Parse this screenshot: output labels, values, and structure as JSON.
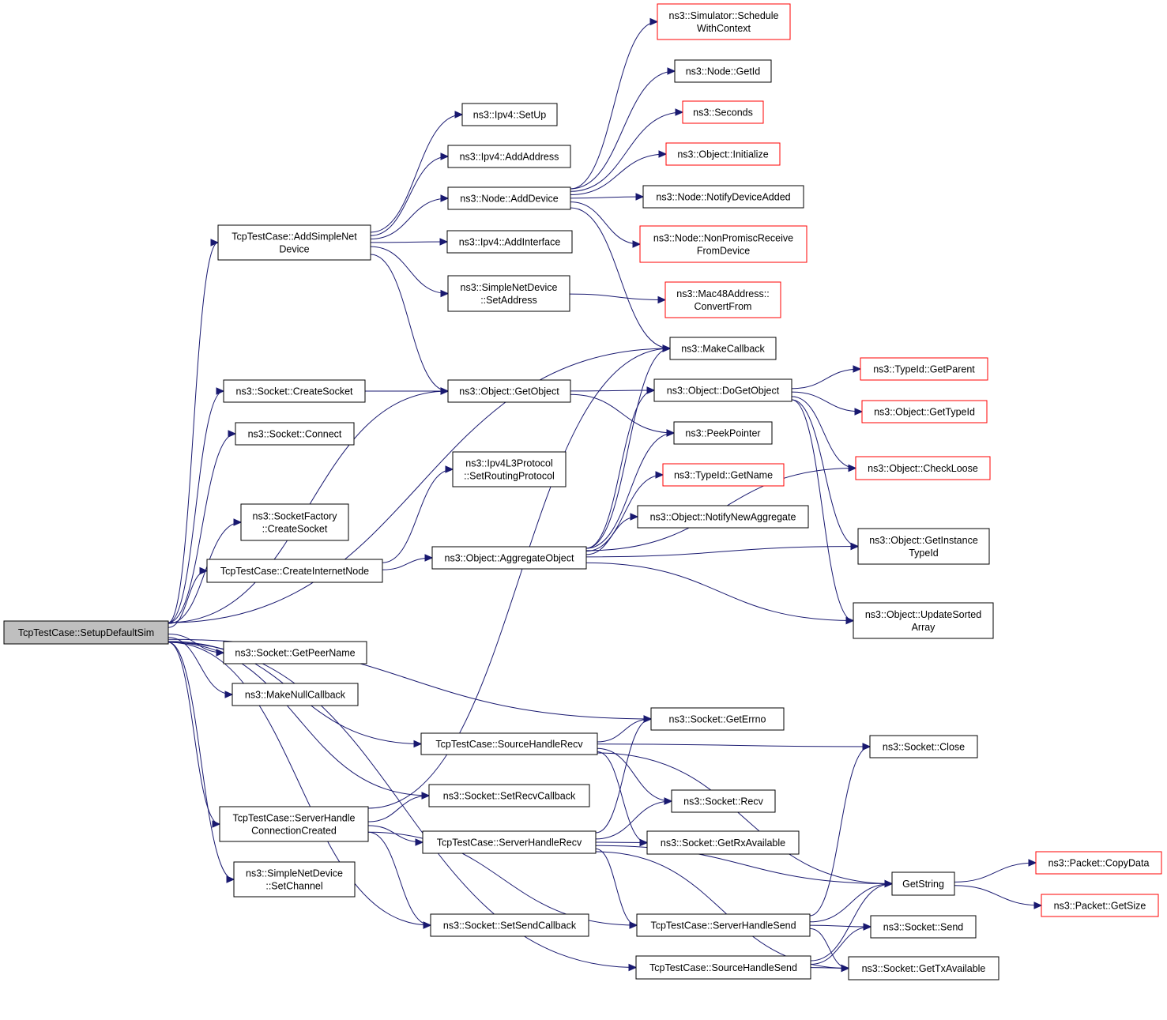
{
  "diagram": {
    "nodes": [
      {
        "id": "setup_default_sim",
        "lines": [
          "TcpTestCase::SetupDefaultSim"
        ],
        "style": "root"
      },
      {
        "id": "add_simple_net_device",
        "lines": [
          "TcpTestCase::AddSimpleNet",
          "Device"
        ],
        "style": "black"
      },
      {
        "id": "socket_create_socket",
        "lines": [
          "ns3::Socket::CreateSocket"
        ],
        "style": "black"
      },
      {
        "id": "socket_connect",
        "lines": [
          "ns3::Socket::Connect"
        ],
        "style": "black"
      },
      {
        "id": "socket_factory_create_socket",
        "lines": [
          "ns3::SocketFactory",
          "::CreateSocket"
        ],
        "style": "black"
      },
      {
        "id": "create_internet_node",
        "lines": [
          "TcpTestCase::CreateInternetNode"
        ],
        "style": "black"
      },
      {
        "id": "socket_get_peer_name",
        "lines": [
          "ns3::Socket::GetPeerName"
        ],
        "style": "black"
      },
      {
        "id": "make_null_callback",
        "lines": [
          "ns3::MakeNullCallback"
        ],
        "style": "black"
      },
      {
        "id": "server_handle_connection_created",
        "lines": [
          "TcpTestCase::ServerHandle",
          "ConnectionCreated"
        ],
        "style": "black"
      },
      {
        "id": "simple_net_device_set_channel",
        "lines": [
          "ns3::SimpleNetDevice",
          "::SetChannel"
        ],
        "style": "black"
      },
      {
        "id": "ipv4_set_up",
        "lines": [
          "ns3::Ipv4::SetUp"
        ],
        "style": "black"
      },
      {
        "id": "ipv4_add_address",
        "lines": [
          "ns3::Ipv4::AddAddress"
        ],
        "style": "black"
      },
      {
        "id": "node_add_device",
        "lines": [
          "ns3::Node::AddDevice"
        ],
        "style": "black"
      },
      {
        "id": "ipv4_add_interface",
        "lines": [
          "ns3::Ipv4::AddInterface"
        ],
        "style": "black"
      },
      {
        "id": "simple_net_device_set_address",
        "lines": [
          "ns3::SimpleNetDevice",
          "::SetAddress"
        ],
        "style": "black"
      },
      {
        "id": "object_get_object",
        "lines": [
          "ns3::Object::GetObject"
        ],
        "style": "black"
      },
      {
        "id": "ipv4l3_set_routing_protocol",
        "lines": [
          "ns3::Ipv4L3Protocol",
          "::SetRoutingProtocol"
        ],
        "style": "black"
      },
      {
        "id": "object_aggregate_object",
        "lines": [
          "ns3::Object::AggregateObject"
        ],
        "style": "black"
      },
      {
        "id": "source_handle_recv",
        "lines": [
          "TcpTestCase::SourceHandleRecv"
        ],
        "style": "black"
      },
      {
        "id": "socket_set_recv_callback",
        "lines": [
          "ns3::Socket::SetRecvCallback"
        ],
        "style": "black"
      },
      {
        "id": "server_handle_recv",
        "lines": [
          "TcpTestCase::ServerHandleRecv"
        ],
        "style": "black"
      },
      {
        "id": "socket_set_send_callback",
        "lines": [
          "ns3::Socket::SetSendCallback"
        ],
        "style": "black"
      },
      {
        "id": "simulator_schedule_with_context",
        "lines": [
          "ns3::Simulator::Schedule",
          "WithContext"
        ],
        "style": "red"
      },
      {
        "id": "node_get_id",
        "lines": [
          "ns3::Node::GetId"
        ],
        "style": "black"
      },
      {
        "id": "seconds",
        "lines": [
          "ns3::Seconds"
        ],
        "style": "red"
      },
      {
        "id": "object_initialize",
        "lines": [
          "ns3::Object::Initialize"
        ],
        "style": "red"
      },
      {
        "id": "node_notify_device_added",
        "lines": [
          "ns3::Node::NotifyDeviceAdded"
        ],
        "style": "black"
      },
      {
        "id": "node_non_promisc_receive",
        "lines": [
          "ns3::Node::NonPromiscReceive",
          "FromDevice"
        ],
        "style": "red"
      },
      {
        "id": "mac48_convert_from",
        "lines": [
          "ns3::Mac48Address::",
          "ConvertFrom"
        ],
        "style": "red"
      },
      {
        "id": "make_callback",
        "lines": [
          "ns3::MakeCallback"
        ],
        "style": "black"
      },
      {
        "id": "object_do_get_object",
        "lines": [
          "ns3::Object::DoGetObject"
        ],
        "style": "black"
      },
      {
        "id": "peek_pointer",
        "lines": [
          "ns3::PeekPointer"
        ],
        "style": "black"
      },
      {
        "id": "typeid_get_name",
        "lines": [
          "ns3::TypeId::GetName"
        ],
        "style": "red"
      },
      {
        "id": "object_notify_new_aggregate",
        "lines": [
          "ns3::Object::NotifyNewAggregate"
        ],
        "style": "black"
      },
      {
        "id": "socket_get_errno",
        "lines": [
          "ns3::Socket::GetErrno"
        ],
        "style": "black"
      },
      {
        "id": "socket_recv",
        "lines": [
          "ns3::Socket::Recv"
        ],
        "style": "black"
      },
      {
        "id": "socket_get_rx_available",
        "lines": [
          "ns3::Socket::GetRxAvailable"
        ],
        "style": "black"
      },
      {
        "id": "server_handle_send",
        "lines": [
          "TcpTestCase::ServerHandleSend"
        ],
        "style": "black"
      },
      {
        "id": "source_handle_send",
        "lines": [
          "TcpTestCase::SourceHandleSend"
        ],
        "style": "black"
      },
      {
        "id": "typeid_get_parent",
        "lines": [
          "ns3::TypeId::GetParent"
        ],
        "style": "red"
      },
      {
        "id": "object_get_type_id",
        "lines": [
          "ns3::Object::GetTypeId"
        ],
        "style": "red"
      },
      {
        "id": "object_check_loose",
        "lines": [
          "ns3::Object::CheckLoose"
        ],
        "style": "red"
      },
      {
        "id": "object_get_instance_type_id",
        "lines": [
          "ns3::Object::GetInstance",
          "TypeId"
        ],
        "style": "black"
      },
      {
        "id": "object_update_sorted_array",
        "lines": [
          "ns3::Object::UpdateSorted",
          "Array"
        ],
        "style": "black"
      },
      {
        "id": "socket_close",
        "lines": [
          "ns3::Socket::Close"
        ],
        "style": "black"
      },
      {
        "id": "get_string",
        "lines": [
          "GetString"
        ],
        "style": "black"
      },
      {
        "id": "socket_send",
        "lines": [
          "ns3::Socket::Send"
        ],
        "style": "black"
      },
      {
        "id": "socket_get_tx_available",
        "lines": [
          "ns3::Socket::GetTxAvailable"
        ],
        "style": "black"
      },
      {
        "id": "packet_copy_data",
        "lines": [
          "ns3::Packet::CopyData"
        ],
        "style": "red"
      },
      {
        "id": "packet_get_size",
        "lines": [
          "ns3::Packet::GetSize"
        ],
        "style": "red"
      }
    ],
    "edges": [
      [
        "setup_default_sim",
        "add_simple_net_device"
      ],
      [
        "setup_default_sim",
        "make_callback"
      ],
      [
        "setup_default_sim",
        "socket_create_socket"
      ],
      [
        "setup_default_sim",
        "socket_connect"
      ],
      [
        "setup_default_sim",
        "object_get_object"
      ],
      [
        "setup_default_sim",
        "socket_factory_create_socket"
      ],
      [
        "setup_default_sim",
        "create_internet_node"
      ],
      [
        "setup_default_sim",
        "socket_get_errno"
      ],
      [
        "setup_default_sim",
        "socket_get_peer_name"
      ],
      [
        "setup_default_sim",
        "make_null_callback"
      ],
      [
        "setup_default_sim",
        "source_handle_recv"
      ],
      [
        "setup_default_sim",
        "socket_set_recv_callback"
      ],
      [
        "setup_default_sim",
        "server_handle_connection_created"
      ],
      [
        "setup_default_sim",
        "simple_net_device_set_channel"
      ],
      [
        "setup_default_sim",
        "socket_set_send_callback"
      ],
      [
        "setup_default_sim",
        "source_handle_send"
      ],
      [
        "add_simple_net_device",
        "ipv4_set_up"
      ],
      [
        "add_simple_net_device",
        "ipv4_add_address"
      ],
      [
        "add_simple_net_device",
        "node_add_device"
      ],
      [
        "add_simple_net_device",
        "ipv4_add_interface"
      ],
      [
        "add_simple_net_device",
        "simple_net_device_set_address"
      ],
      [
        "add_simple_net_device",
        "object_get_object"
      ],
      [
        "socket_create_socket",
        "object_get_object"
      ],
      [
        "create_internet_node",
        "ipv4l3_set_routing_protocol"
      ],
      [
        "create_internet_node",
        "object_aggregate_object"
      ],
      [
        "node_add_device",
        "simulator_schedule_with_context"
      ],
      [
        "node_add_device",
        "node_get_id"
      ],
      [
        "node_add_device",
        "seconds"
      ],
      [
        "node_add_device",
        "object_initialize"
      ],
      [
        "node_add_device",
        "node_notify_device_added"
      ],
      [
        "node_add_device",
        "node_non_promisc_receive"
      ],
      [
        "node_add_device",
        "make_callback"
      ],
      [
        "simple_net_device_set_address",
        "mac48_convert_from"
      ],
      [
        "object_get_object",
        "object_do_get_object"
      ],
      [
        "object_get_object",
        "peek_pointer"
      ],
      [
        "object_aggregate_object",
        "make_callback"
      ],
      [
        "object_aggregate_object",
        "object_do_get_object"
      ],
      [
        "object_aggregate_object",
        "peek_pointer"
      ],
      [
        "object_aggregate_object",
        "typeid_get_name"
      ],
      [
        "object_aggregate_object",
        "object_notify_new_aggregate"
      ],
      [
        "object_aggregate_object",
        "object_check_loose"
      ],
      [
        "object_aggregate_object",
        "object_get_instance_type_id"
      ],
      [
        "object_aggregate_object",
        "object_update_sorted_array"
      ],
      [
        "object_do_get_object",
        "typeid_get_parent"
      ],
      [
        "object_do_get_object",
        "object_get_type_id"
      ],
      [
        "object_do_get_object",
        "object_check_loose"
      ],
      [
        "object_do_get_object",
        "object_get_instance_type_id"
      ],
      [
        "object_do_get_object",
        "object_update_sorted_array"
      ],
      [
        "server_handle_connection_created",
        "make_callback"
      ],
      [
        "server_handle_connection_created",
        "socket_set_recv_callback"
      ],
      [
        "server_handle_connection_created",
        "server_handle_recv"
      ],
      [
        "server_handle_connection_created",
        "socket_set_send_callback"
      ],
      [
        "server_handle_connection_created",
        "server_handle_send"
      ],
      [
        "source_handle_recv",
        "socket_get_errno"
      ],
      [
        "source_handle_recv",
        "socket_close"
      ],
      [
        "source_handle_recv",
        "socket_recv"
      ],
      [
        "source_handle_recv",
        "socket_get_rx_available"
      ],
      [
        "source_handle_recv",
        "get_string"
      ],
      [
        "server_handle_recv",
        "socket_get_errno"
      ],
      [
        "server_handle_recv",
        "socket_recv"
      ],
      [
        "server_handle_recv",
        "socket_get_rx_available"
      ],
      [
        "server_handle_recv",
        "get_string"
      ],
      [
        "server_handle_recv",
        "server_handle_send"
      ],
      [
        "server_handle_recv",
        "socket_get_tx_available"
      ],
      [
        "server_handle_send",
        "socket_close"
      ],
      [
        "server_handle_send",
        "get_string"
      ],
      [
        "server_handle_send",
        "socket_send"
      ],
      [
        "server_handle_send",
        "socket_get_tx_available"
      ],
      [
        "source_handle_send",
        "get_string"
      ],
      [
        "source_handle_send",
        "socket_send"
      ],
      [
        "source_handle_send",
        "socket_get_tx_available"
      ],
      [
        "get_string",
        "packet_copy_data"
      ],
      [
        "get_string",
        "packet_get_size"
      ]
    ]
  },
  "colors": {
    "edge": "#191970",
    "box_border": "#000000",
    "box_border_external": "#ff0000",
    "root_fill": "#bfbfbf",
    "box_fill": "#ffffff",
    "text": "#000000"
  }
}
